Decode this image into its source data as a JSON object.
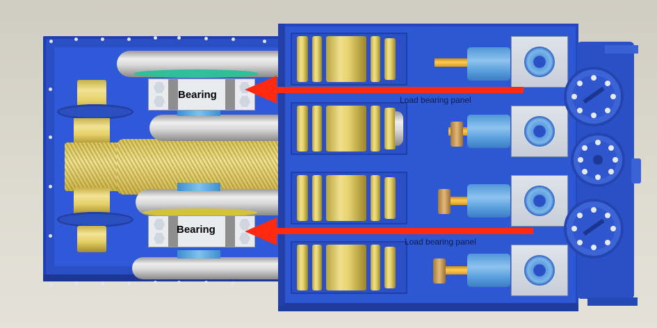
{
  "diagram": {
    "subject": "Pump power end and fluid end 3D model",
    "colors": {
      "frame": "#2f59d8",
      "arrow": "#ff2a10",
      "bearing_block": "#e9ebef",
      "gear": "#e4cf66",
      "background": "#d6d3c8"
    },
    "annotations": {
      "bearing_top": {
        "label": "Bearing"
      },
      "bearing_bottom": {
        "label": "Bearing"
      },
      "panel_top": {
        "label": "Load bearing panel"
      },
      "panel_bottom": {
        "label": "Load bearing panel"
      }
    },
    "components": [
      "power-end-frame",
      "crankshaft-gear",
      "pinion-gear",
      "connecting-rod-sheaves",
      "plunger-cylinders",
      "pump-heads",
      "valve-blocks",
      "suction-manifold",
      "discharge-flanges"
    ]
  }
}
